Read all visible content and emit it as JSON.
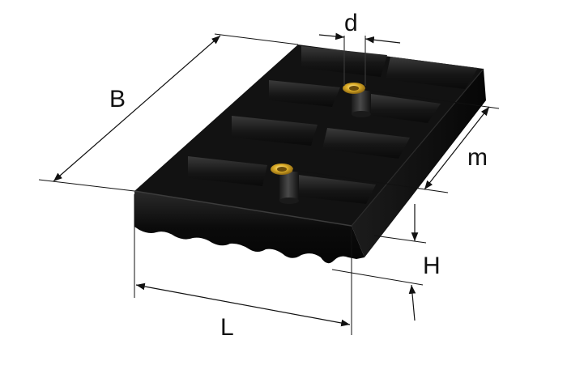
{
  "labels": {
    "B": "B",
    "d": "d",
    "m": "m",
    "H": "H",
    "L": "L"
  },
  "colors": {
    "background": "#ffffff",
    "block": "#0d0d0d",
    "block_top": "#141414",
    "insert_gold": "#d4a017",
    "lines": "#111111"
  }
}
